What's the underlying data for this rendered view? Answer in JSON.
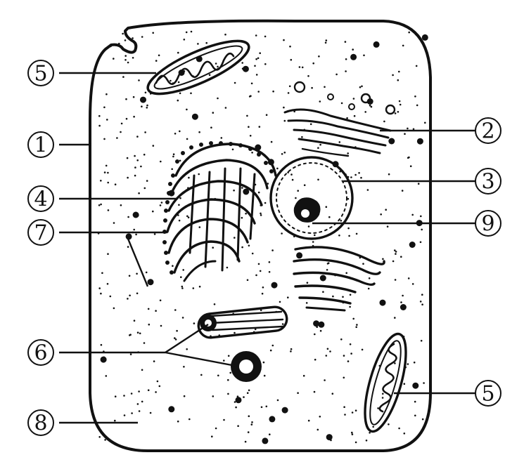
{
  "labels": {
    "l1": "1",
    "l2": "2",
    "l3": "3",
    "l4": "4",
    "l5a": "5",
    "l5b": "5",
    "l6": "6",
    "l7": "7",
    "l8": "8",
    "l9": "9"
  },
  "colors": {
    "ink": "#111111",
    "background": "#ffffff"
  }
}
